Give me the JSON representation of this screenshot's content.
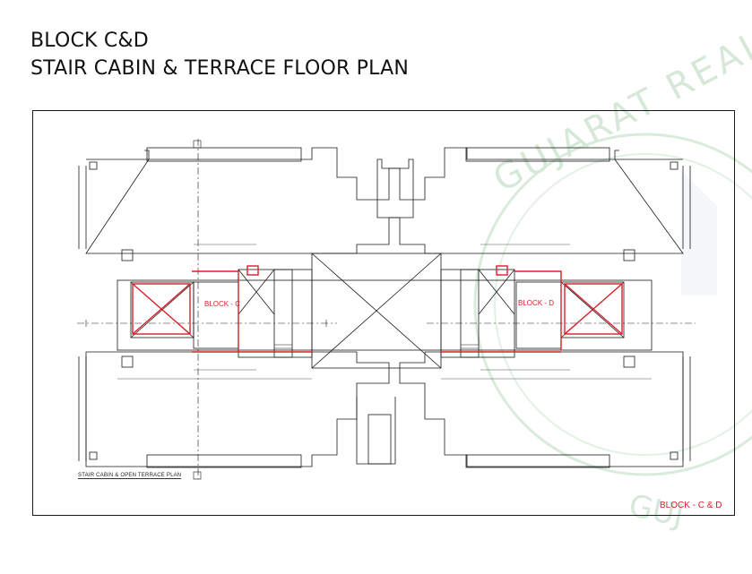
{
  "header": {
    "line1": "BLOCK C&D",
    "line2": "STAIR CABIN & TERRACE FLOOR PLAN"
  },
  "watermark": {
    "text_upper": "GUJARAT REAL ESTATE R",
    "text_lower": "GUJ",
    "color": "#cfe6d3"
  },
  "plan": {
    "caption": "STAIR CABIN & OPEN TERRACE PLAN",
    "footer_label": "BLOCK - C & D",
    "block_left_label": "BLOCK - C",
    "block_right_label": "BLOCK - D",
    "accent_color": "#d8202a",
    "line_color": "#1a1a1a"
  }
}
